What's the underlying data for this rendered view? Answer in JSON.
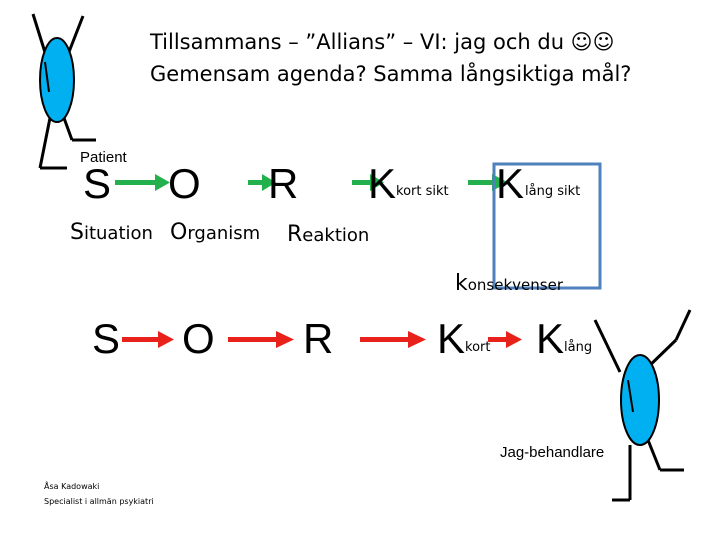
{
  "title": {
    "line1": "Tillsammans – ”Allians” – VI: jag och du ☺☺",
    "line2": "Gemensam agenda? Samma långsiktiga mål?"
  },
  "patient_label": "Patient",
  "therapist_label": "Jag-behandlare",
  "row1": {
    "s": "S",
    "o": "O",
    "r": "R",
    "k1": "K",
    "k1_sub": "kort sikt",
    "k2": "K",
    "k2_sub": "lång sikt"
  },
  "expansion": {
    "situation_initial": "S",
    "situation_rest": "ituation",
    "organism_initial": "O",
    "organism_rest": "rganism",
    "reaktion_initial": "R",
    "reaktion_rest": "eaktion",
    "konsekvenser_initial": "k",
    "konsekvenser_rest": "onsekvenser"
  },
  "row2": {
    "s": "S",
    "o": "O",
    "r": "R",
    "k1": "K",
    "k1_sub": "kort",
    "k2": "K",
    "k2_sub": "lång"
  },
  "footer": {
    "author": "Åsa Kadowaki",
    "role": "Specialist i allmän psykiatri"
  },
  "colors": {
    "figure_fill": "#00B0F0",
    "arrow_red": "#E8211A",
    "arrow_green": "#22B14C",
    "highlight_box": "#4F81BD"
  },
  "icons": [
    "patient-figure",
    "therapist-figure",
    "arrow-right",
    "highlight-box"
  ]
}
